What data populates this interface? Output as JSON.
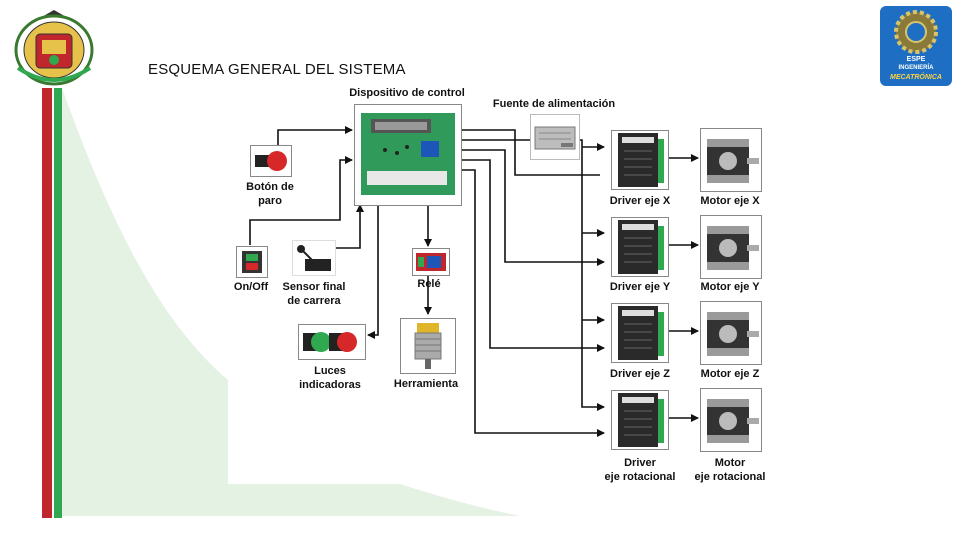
{
  "slide": {
    "title": "ESQUEMA GENERAL DEL SISTEMA"
  },
  "logos": {
    "right": {
      "line1": "ESPE",
      "line2": "INGENIERÍA",
      "line3": "MECATRÓNICA"
    }
  },
  "colors": {
    "stripe_red": "#c0272d",
    "stripe_green": "#2fa84f",
    "pale_green": "#e4f2e4",
    "board_green": "#2f9a5a",
    "logo_blue": "#1e6fc4"
  },
  "diagram": {
    "control_board": "Dispositivo de control",
    "power_supply": "Fuente de alimentación",
    "stop_button": "Botón de\nparo",
    "on_off": "On/Off",
    "limit_sensor": "Sensor final\nde carrera",
    "relay": "Relé",
    "tool": "Herramienta",
    "lights": "Luces\nindicadoras",
    "drivers": [
      "Driver eje X",
      "Driver eje Y",
      "Driver eje Z",
      "Driver\neje rotacional"
    ],
    "motors": [
      "Motor eje X",
      "Motor eje Y",
      "Motor eje Z",
      "Motor\neje rotacional"
    ]
  }
}
